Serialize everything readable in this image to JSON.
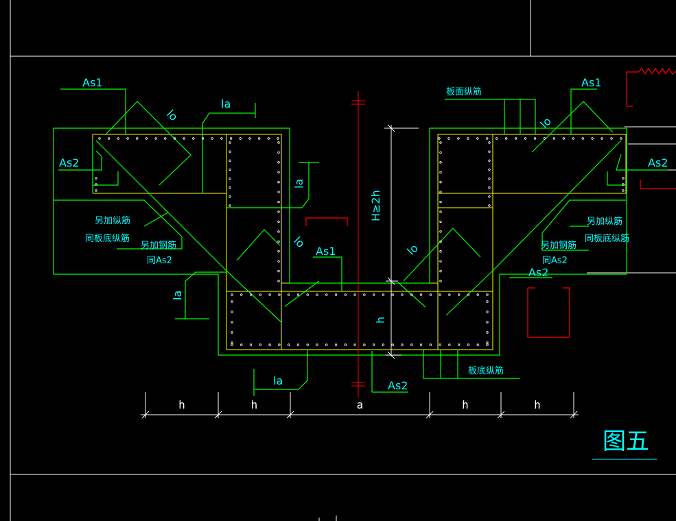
{
  "colors": {
    "background": "#000000",
    "frame": "#ffffff",
    "rebar": "#00ff00",
    "concrete": "#ffff00",
    "text": "#00ffff",
    "axis": "#ff0000",
    "dots": "#ffffff"
  },
  "labels": {
    "as1_left": "As1",
    "as1_right": "As1",
    "as1_mid": "As1",
    "as2_left": "As2",
    "as2_right": "As2",
    "as2_right_low": "As2",
    "as2_bottom": "As2",
    "la_top": "la",
    "la_mid": "la",
    "la_left": "la",
    "la_bottom": "la",
    "lo_top_left": "lo",
    "lo_mid_left": "lo",
    "lo_mid_right": "lo",
    "lo_top_right": "lo",
    "slab_top_rebar": "板面纵筋",
    "extra_rebar_left": "另加纵筋",
    "same_slab_bottom_left": "同板底纵筋",
    "extra_steel_left": "另加钢筋",
    "same_as2_left": "同As2",
    "extra_rebar_right": "另加纵筋",
    "same_slab_bottom_right": "同板底纵筋",
    "extra_steel_right": "另加钢筋",
    "same_as2_right": "同As2",
    "slab_bottom_rebar": "板底纵筋",
    "height_rule": "H≥2h",
    "height_h": "h",
    "figure_title": "图五"
  },
  "dimensions": [
    "h",
    "h",
    "a",
    "h",
    "h"
  ]
}
